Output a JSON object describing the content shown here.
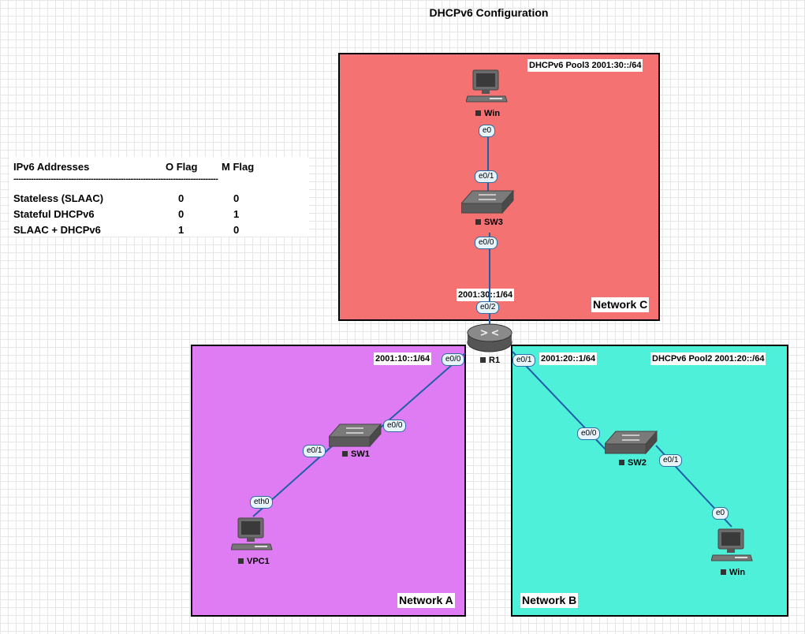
{
  "title": "DHCPv6 Configuration",
  "legend": {
    "headers": [
      "IPv6 Addresses",
      "O Flag",
      "M Flag"
    ],
    "separator": "----------------------------------------------------------------------------------",
    "rows": [
      {
        "name": "Stateless (SLAAC)",
        "o": "0",
        "m": "0"
      },
      {
        "name": "Stateful DHCPv6",
        "o": "0",
        "m": "1"
      },
      {
        "name": "SLAAC + DHCPv6",
        "o": "1",
        "m": "0"
      }
    ]
  },
  "zones": {
    "c": {
      "label": "Network C",
      "pool": "DHCPv6 Pool3 2001:30::/64",
      "gateway": "2001:30::1/64",
      "color": "#f47272"
    },
    "a": {
      "label": "Network A",
      "gateway": "2001:10::1/64",
      "color": "#e07cf3"
    },
    "b": {
      "label": "Network B",
      "pool": "DHCPv6 Pool2 2001:20::/64",
      "gateway": "2001:20::1/64",
      "color": "#4ff0d9"
    }
  },
  "devices": {
    "win_c": {
      "label": "Win",
      "icon": "computer-icon"
    },
    "sw3": {
      "label": "SW3",
      "icon": "switch-icon"
    },
    "r1": {
      "label": "R1",
      "icon": "router-icon"
    },
    "sw1": {
      "label": "SW1",
      "icon": "switch-icon"
    },
    "vpc1": {
      "label": "VPC1",
      "icon": "computer-icon"
    },
    "sw2": {
      "label": "SW2",
      "icon": "switch-icon"
    },
    "win_b": {
      "label": "Win",
      "icon": "computer-icon"
    }
  },
  "ports": {
    "win_c_e0": "e0",
    "sw3_e01": "e0/1",
    "sw3_e00": "e0/0",
    "r1_e02": "e0/2",
    "r1_e00": "e0/0",
    "r1_e01": "e0/1",
    "sw1_e00": "e0/0",
    "sw1_e01": "e0/1",
    "vpc1_eth0": "eth0",
    "sw2_e00": "e0/0",
    "sw2_e01": "e0/1",
    "win_b_e0": "e0"
  },
  "link_color": "#1f5fa8"
}
